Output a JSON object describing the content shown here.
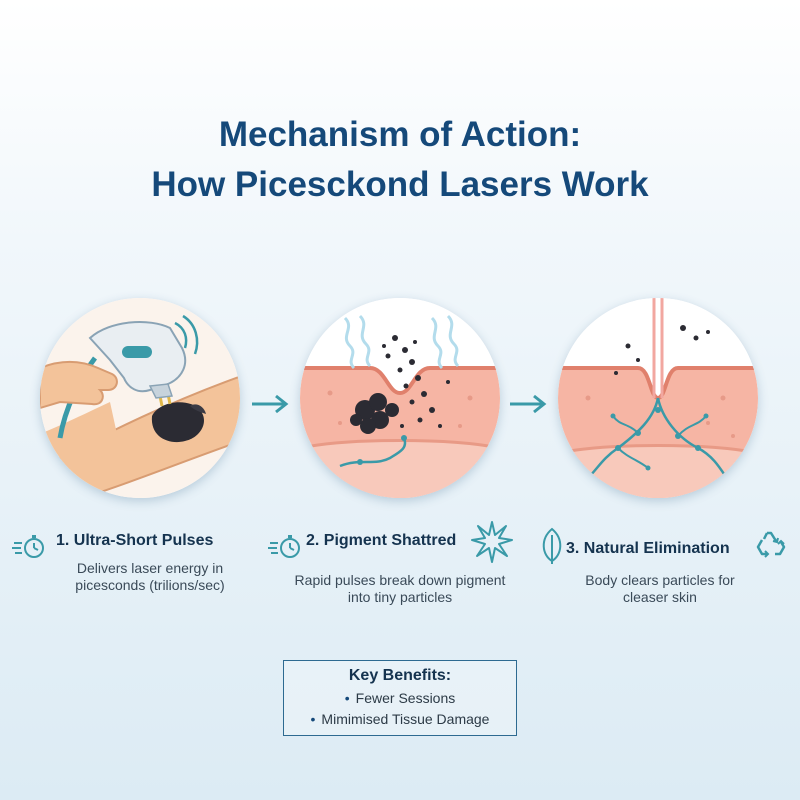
{
  "title": {
    "line1": "Mechanism of Action:",
    "line2": "How Picesckond Lasers Work"
  },
  "steps": [
    {
      "title": "1. Ultra-Short Pulses",
      "description_lines": [
        "Delivers laser energy in",
        "picesconds (trilions/sec)"
      ],
      "icon": "stopwatch-speed-icon"
    },
    {
      "title": "2. Pigment Shattred",
      "description_lines": [
        "Rapid pulses break down pigment",
        "into tiny particles"
      ],
      "icon": "stopwatch-speed-icon",
      "extra_icon": "starburst-icon"
    },
    {
      "title": "3. Natural Elimination",
      "description_lines": [
        "Body clears particles for",
        "cleaser skin"
      ],
      "icon": "leaf-icon",
      "extra_icon": "recycle-icon"
    }
  ],
  "benefits": {
    "title": "Key Benefits:",
    "items": [
      "Fewer Sessions",
      "Mimimised Tissue Damage"
    ]
  },
  "colors": {
    "title": "#15497a",
    "accent_teal": "#3a9aa8",
    "skin": "#f6b5a4",
    "pigment": "#2b2b33"
  }
}
